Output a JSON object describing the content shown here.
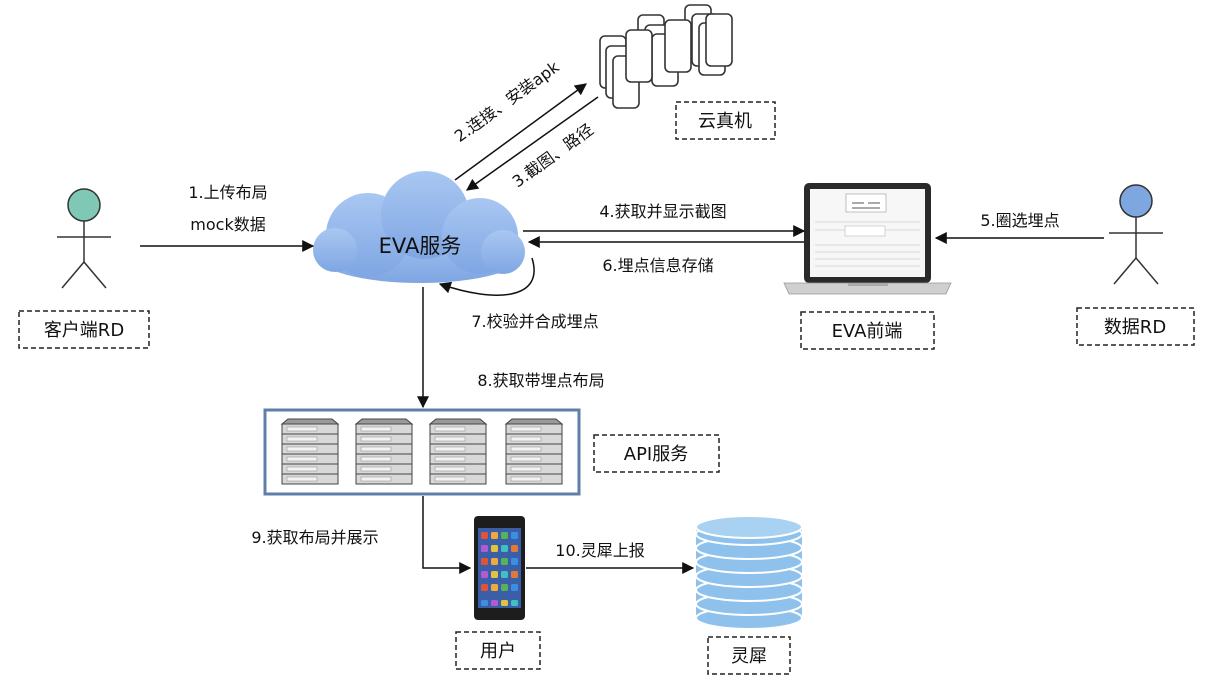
{
  "nodes": {
    "client_rd": "客户端RD",
    "eva_service": "EVA服务",
    "cloud_phone": "云真机",
    "eva_frontend": "EVA前端",
    "data_rd": "数据RD",
    "api_service": "API服务",
    "user": "用户",
    "lingxi": "灵犀"
  },
  "edges": {
    "e1_line1": "1.上传布局",
    "e1_line2": "mock数据",
    "e2": "2.连接、安装apk",
    "e3": "3.截图、路径",
    "e4": "4.获取并显示截图",
    "e5": "5.圈选埋点",
    "e6": "6.埋点信息存储",
    "e7": "7.校验并合成埋点",
    "e8": "8.获取带埋点布局",
    "e9": "9.获取布局并展示",
    "e10": "10.灵犀上报"
  },
  "colors": {
    "client_rd_head": "#7fc8b6",
    "data_rd_head": "#7fa7df",
    "cloud": "#8fb5ec",
    "server_frame": "#5f7fa8",
    "database": "#8ec2ec",
    "line": "#111111"
  },
  "icons": [
    "stick-figure-icon",
    "cloud-icon",
    "phone-stack-icon",
    "laptop-icon",
    "server-rack-icon",
    "smartphone-icon",
    "database-icon"
  ]
}
